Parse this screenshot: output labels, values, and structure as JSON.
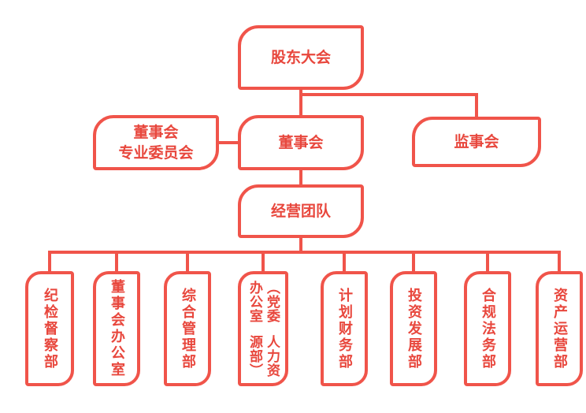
{
  "colors": {
    "accent": "#f0544a",
    "text": "#e8473d",
    "background": "#ffffff"
  },
  "shareholders": {
    "label": "股东大会"
  },
  "board_committees": {
    "line1": "董事会",
    "line2": "专业委员会"
  },
  "board": {
    "label": "董事会"
  },
  "supervisors": {
    "label": "监事会"
  },
  "management": {
    "label": "经营团队"
  },
  "departments": [
    {
      "label": "纪检督察部"
    },
    {
      "label": "董事会办公室"
    },
    {
      "label": "综合管理部"
    },
    {
      "line1": "（党委办公室",
      "line2": "人力资源部）"
    },
    {
      "label": "计划财务部"
    },
    {
      "label": "投资发展部"
    },
    {
      "label": "合规法务部"
    },
    {
      "label": "资产运营部"
    }
  ]
}
